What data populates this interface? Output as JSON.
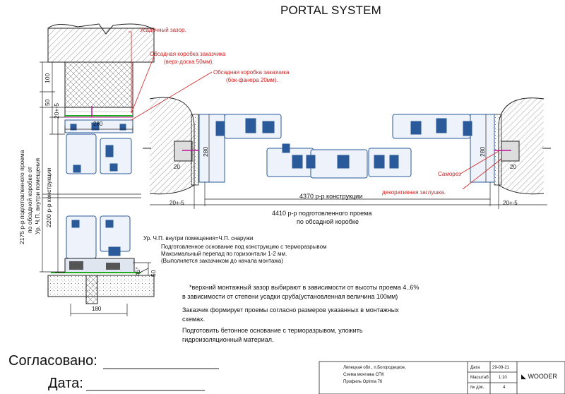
{
  "title": "PORTAL SYSTEM",
  "callouts": {
    "shrink_gap": "Усадочный зазор.",
    "frame_top_line1": "Обсадная коробка заказчика",
    "frame_top_line2": "(верх-доска 50мм).",
    "frame_side_line1": "Обсадная коробка заказчика",
    "frame_side_line2": "(бок-фанера 20мм).",
    "screw": "Саморез",
    "plug": "декоративная заглушка."
  },
  "dimensions": {
    "d100": "100",
    "d50": "50",
    "d20_5": "20+-5",
    "d280": "280",
    "d280_left": "280",
    "d280_right": "280",
    "d20_left": "20",
    "d20_right": "20",
    "d20_5_left": "20+-5",
    "d20_5_right": "20+-5",
    "d45": "45°",
    "d50_bottom": "50",
    "d180": "180",
    "structure_width": "4370 р-р конструкции",
    "opening_width_line1": "4410 р-р подготовленного проема",
    "opening_width_line2": "по обсадной коробке",
    "opening_height_line1": "2175 р-р подготовленного проема",
    "opening_height_line2": "по обсадной коробке от",
    "opening_height_line3": "Ур. Ч.П. внутри помещения",
    "structure_height": "2200 р-р конструкции"
  },
  "base_notes": {
    "level": "Ур. Ч.П. внутри помещения=Ч.П. снаружи",
    "line1": "Подготовленное основание под конструкцию с терморазрывом",
    "line2": "Максимальный перепад по горизонтали 1-2 мм.",
    "line3": "(Выполняется заказчиком до начала монтажа)"
  },
  "notes": [
    "*верхний монтажный зазор выбирают в зависимости от высоты проема 4..6%",
    "в зависимости от степени усадки сруба(установленная величина 100мм)",
    "Заказчик формирует проемы согласно размеров указанных в монтажных",
    "схемах.",
    "Подготовить бетонное основание с терморазрывом, уложить",
    "гидроизоляционный материал."
  ],
  "signature": {
    "approved": "Согласовано:",
    "date": "Дата:"
  },
  "stamp": {
    "address_line1": "Липецкая обл., п.Богородецкое,",
    "address_line2": "Схема монтажа СПК",
    "address_line3": "Профиль Optima 76",
    "date_label": "Дата",
    "date_value": "29-09-21",
    "scale_label": "Масштаб",
    "scale_value": "1:10",
    "doc_label": "№ док.",
    "doc_value": "4",
    "brand": "WOODER"
  },
  "colors": {
    "line": "#222222",
    "red": "#d42020",
    "magenta": "#c0149a",
    "profile": "#2a5a9a",
    "profile_fill": "#eef3fb",
    "green": "#22aa22"
  }
}
